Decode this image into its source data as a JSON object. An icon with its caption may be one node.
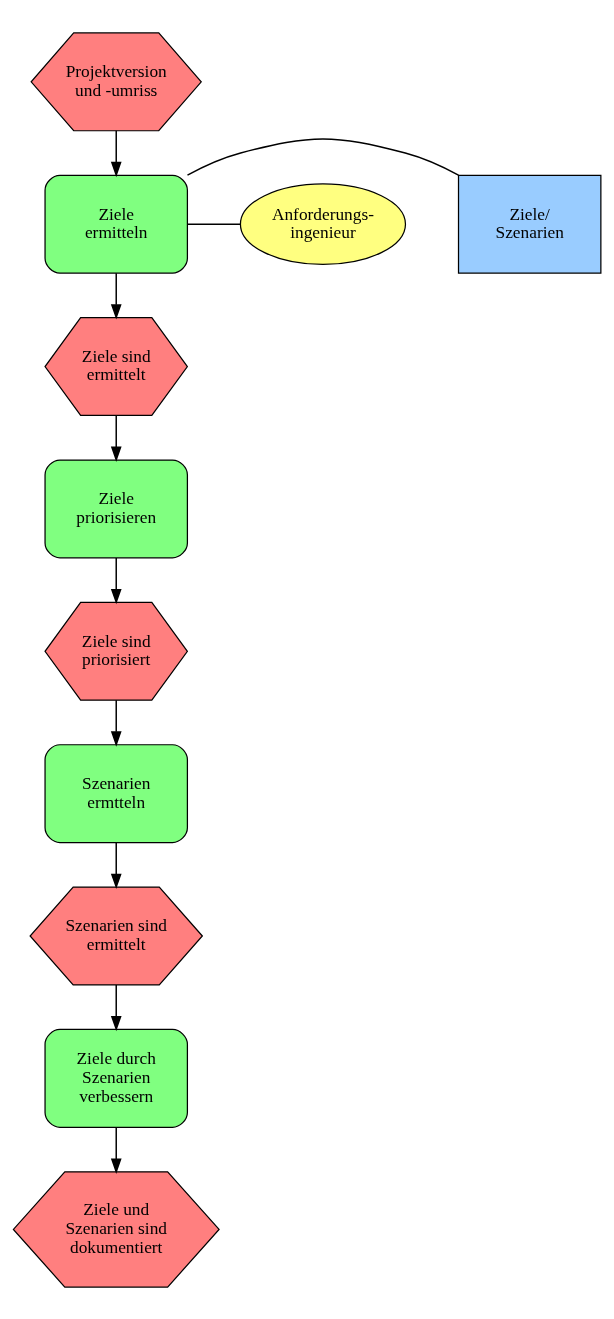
{
  "diagram": {
    "nodes": [
      {
        "text": [
          "Projektversion und -umriss"
        ]
      },
      {
        "text": [
          "Ziele/ Szenarien"
        ]
      },
      {
        "text": [
          "Ziele ermitteln"
        ]
      },
      {
        "text": [
          "Anforderungs- ingenieur"
        ]
      },
      {
        "text": [
          "Ziele sind ermittelt"
        ]
      },
      {
        "text": [
          "Ziele priorisieren"
        ]
      },
      {
        "text": [
          "Ziele sind priorisiert"
        ]
      },
      {
        "text": [
          "Szenarien ermtteln"
        ]
      },
      {
        "text": [
          "Szenarien sind ermittelt"
        ]
      },
      {
        "text": [
          "Ziele durch Szenarien verbessern"
        ]
      },
      {
        "text": [
          "Ziele und Szenarien sind dokumentiert"
        ]
      }
    ],
    "edges": [
      {
        "from": 0,
        "to": 2,
        "arrow": "to"
      },
      {
        "from": 1,
        "to": 2,
        "arrow": "none"
      },
      {
        "from": 2,
        "to": 3,
        "arrow": "none"
      },
      {
        "from": 2,
        "to": 4,
        "arrow": "to"
      },
      {
        "from": 4,
        "to": 5,
        "arrow": "to"
      },
      {
        "from": 5,
        "to": 6,
        "arrow": "to"
      },
      {
        "from": 6,
        "to": 7,
        "arrow": "to"
      },
      {
        "from": 7,
        "to": 8,
        "arrow": "to"
      },
      {
        "from": 8,
        "to": 9,
        "arrow": "to"
      },
      {
        "from": 9,
        "to": 10,
        "arrow": "to"
      }
    ]
  }
}
